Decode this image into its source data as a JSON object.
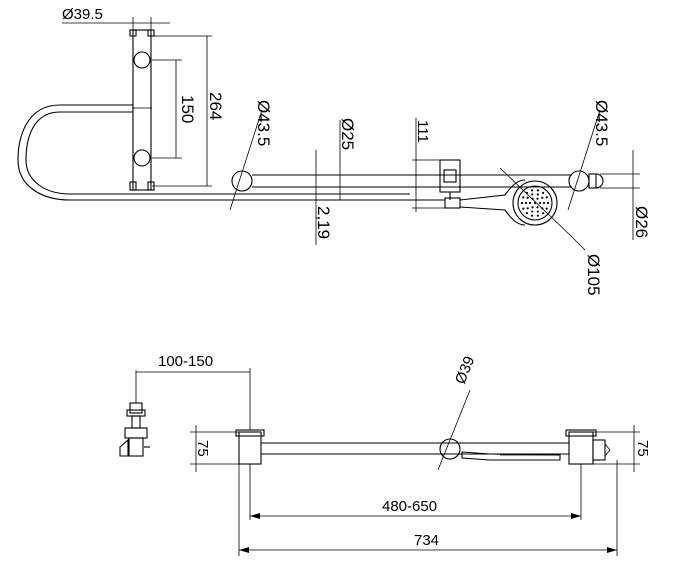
{
  "dimensions": {
    "d_39_5": "Ø39.5",
    "d_150": "150",
    "d_264": "264",
    "d_43_5_left": "Ø43.5",
    "d_25": "Ø25",
    "d_111": "111",
    "d_43_5_right": "Ø43.5",
    "d_2_19": "2,19",
    "d_26": "Ø26",
    "d_105": "Ø105",
    "d_100_150": "100-150",
    "d_39": "Ø39",
    "d_75_left": "75",
    "d_75_right": "75",
    "d_480_650": "480-650",
    "d_734": "734"
  }
}
